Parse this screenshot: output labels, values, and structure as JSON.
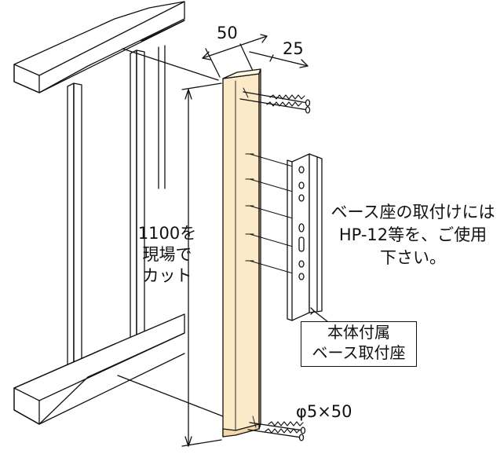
{
  "dimensions": {
    "width": "50",
    "depth": "25",
    "height_note": [
      "1100を",
      "現場で",
      "カット"
    ]
  },
  "notes": {
    "base_seat": [
      "ベース座の取付けには",
      "HP-12等を、ご使用",
      "下さい。"
    ],
    "attached_label": [
      "本体付属",
      "ベース取付座"
    ],
    "screw_spec": "φ5×50"
  },
  "colors": {
    "post_front": "#fbe9c7",
    "post_top": "#fff6e3",
    "post_side": "#f2d9a8",
    "line": "#111111"
  }
}
